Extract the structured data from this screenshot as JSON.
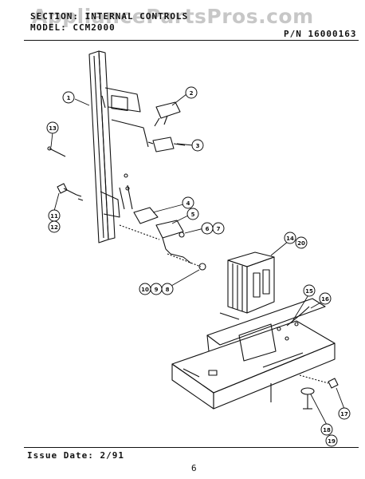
{
  "header": {
    "section_label": "SECTION:",
    "section_title": "INTERNAL CONTROLS",
    "model_label": "MODEL:",
    "model_value": "CCM2000",
    "part_number": "P/N 16000163"
  },
  "watermark": "AppliancePartsPros.com",
  "footer": {
    "issue_date": "Issue Date: 2/91",
    "page_number": "6"
  },
  "callouts": [
    "1",
    "2",
    "3",
    "4",
    "5",
    "6",
    "7",
    "8",
    "9",
    "10",
    "11",
    "12",
    "13",
    "14",
    "15",
    "16",
    "17",
    "18",
    "19",
    "20"
  ]
}
